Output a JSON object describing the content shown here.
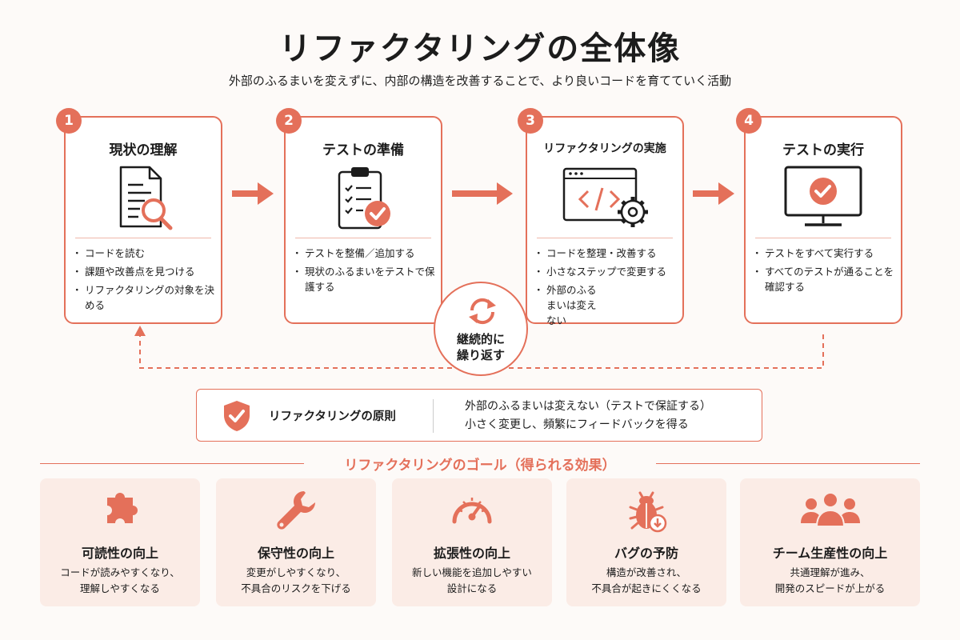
{
  "title": "リファクタリングの全体像",
  "subtitle": "外部のふるまいを変えずに、内部の構造を改善することで、より良いコードを育てていく活動",
  "accent_color": "#e4705a",
  "steps": [
    {
      "number": "1",
      "title": "現状の理解",
      "icon": "document-search-icon",
      "bullets": [
        "コードを読む",
        "課題や改善点を見つける",
        "リファクタリングの対象を決める"
      ]
    },
    {
      "number": "2",
      "title": "テストの準備",
      "icon": "clipboard-check-icon",
      "bullets": [
        "テストを整備／追加する",
        "現状のふるまいをテストで保護する"
      ]
    },
    {
      "number": "3",
      "title": "リファクタリングの実施",
      "icon": "code-gear-icon",
      "bullets": [
        "コードを整理・改善する",
        "小さなステップで変更する",
        "外部のふるまいは変えない"
      ]
    },
    {
      "number": "4",
      "title": "テストの実行",
      "icon": "monitor-check-icon",
      "bullets": [
        "テストをすべて実行する",
        "すべてのテストが通ることを確認する"
      ]
    }
  ],
  "cycle": {
    "line1": "継続的に",
    "line2": "繰り返す",
    "icon": "refresh-icon"
  },
  "principle": {
    "title": "リファクタリングの原則",
    "icon": "shield-check-icon",
    "lines": [
      "外部のふるまいは変えない（テストで保証する）",
      "小さく変更し、頻繁にフィードバックを得る"
    ]
  },
  "goals_heading": "リファクタリングのゴール（得られる効果）",
  "goals": [
    {
      "title": "可読性の向上",
      "icon": "puzzle-icon",
      "line1": "コードが読みやすくなり、",
      "line2": "理解しやすくなる"
    },
    {
      "title": "保守性の向上",
      "icon": "wrench-icon",
      "line1": "変更がしやすくなり、",
      "line2": "不具合のリスクを下げる"
    },
    {
      "title": "拡張性の向上",
      "icon": "gauge-icon",
      "line1": "新しい機能を追加しやすい",
      "line2": "設計になる"
    },
    {
      "title": "バグの予防",
      "icon": "bug-icon",
      "line1": "構造が改善され、",
      "line2": "不具合が起きにくくなる"
    },
    {
      "title": "チーム生産性の向上",
      "icon": "team-icon",
      "line1": "共通理解が進み、",
      "line2": "開発のスピードが上がる"
    }
  ]
}
